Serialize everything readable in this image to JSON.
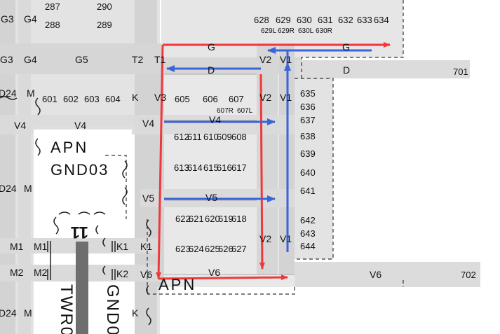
{
  "colors": {
    "background": "#ffffff",
    "apron": "#e3e3e3",
    "taxiway": "#cfcfcf",
    "runway": "#6e6e6e",
    "route_red": "#f0383a",
    "route_blue": "#3c63d8",
    "marking": "#222222"
  },
  "stands": {
    "top_upper": [
      "628",
      "629",
      "630",
      "631",
      "632",
      "633",
      "634"
    ],
    "top_lower": [
      "629L",
      "629R",
      "630L",
      "630R"
    ],
    "left_upper": [
      "287",
      "290"
    ],
    "left_lower": [
      "288",
      "289"
    ],
    "row_601": [
      "601",
      "602",
      "603",
      "604"
    ],
    "row_605": [
      "605",
      "606",
      "607"
    ],
    "row_607sub": [
      "607R",
      "607L"
    ],
    "block_a": [
      "612",
      "610",
      "608",
      "611",
      "609"
    ],
    "block_b": [
      "613",
      "615",
      "617",
      "614",
      "616"
    ],
    "block_c": [
      "622",
      "620",
      "618",
      "621",
      "619"
    ],
    "block_d": [
      "623",
      "625",
      "627",
      "624",
      "626"
    ],
    "right_column": [
      "635",
      "636",
      "637",
      "638",
      "639",
      "640",
      "641",
      "642",
      "643",
      "644"
    ]
  },
  "taxiways": {
    "g": "G",
    "g_right": "G",
    "d": "D",
    "d_right": "D",
    "g3": "G3",
    "g4": "G4",
    "g5": "G5",
    "t2": "T2",
    "t1": "T1",
    "v2": "V2",
    "v1": "V1",
    "v3": "V3",
    "v4": "V4",
    "v5": "V5",
    "v6": "V6",
    "v6_right": "V6",
    "k": "K",
    "k1": "K1",
    "k2": "K2",
    "m": "M",
    "m1": "M1",
    "m2": "M2",
    "d24": "D24",
    "apn": "APN",
    "gnd03": "GND03",
    "gnd0": "GND0",
    "twr0": "TWR0",
    "rwy": "11",
    "end_701": "701",
    "end_702": "702"
  }
}
